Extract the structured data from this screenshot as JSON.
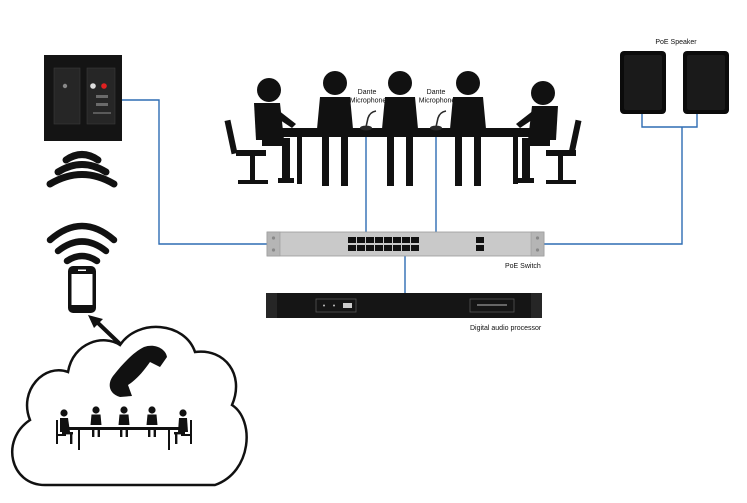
{
  "labels": {
    "poe_speaker": "PoE Speaker",
    "dante_mic_left": [
      "Dante",
      "Microphone"
    ],
    "dante_mic_right": [
      "Dante",
      "Microphone"
    ],
    "poe_switch": "PoE Switch",
    "digital_audio_processor": "Digital audio processor"
  },
  "colors": {
    "connection": "#2e6db4",
    "device_body": "#c9c9c9",
    "silhouette": "#111111",
    "background": "#ffffff"
  },
  "icons": [
    "wall-panel-icon",
    "wireless-signal-icon",
    "wifi-icon",
    "smartphone-icon",
    "arrow-icon",
    "cloud-icon",
    "phone-handset-icon",
    "remote-meeting-icon",
    "conference-table-icon",
    "microphone-icon",
    "speaker-icon",
    "poe-switch-icon",
    "audio-processor-icon"
  ]
}
